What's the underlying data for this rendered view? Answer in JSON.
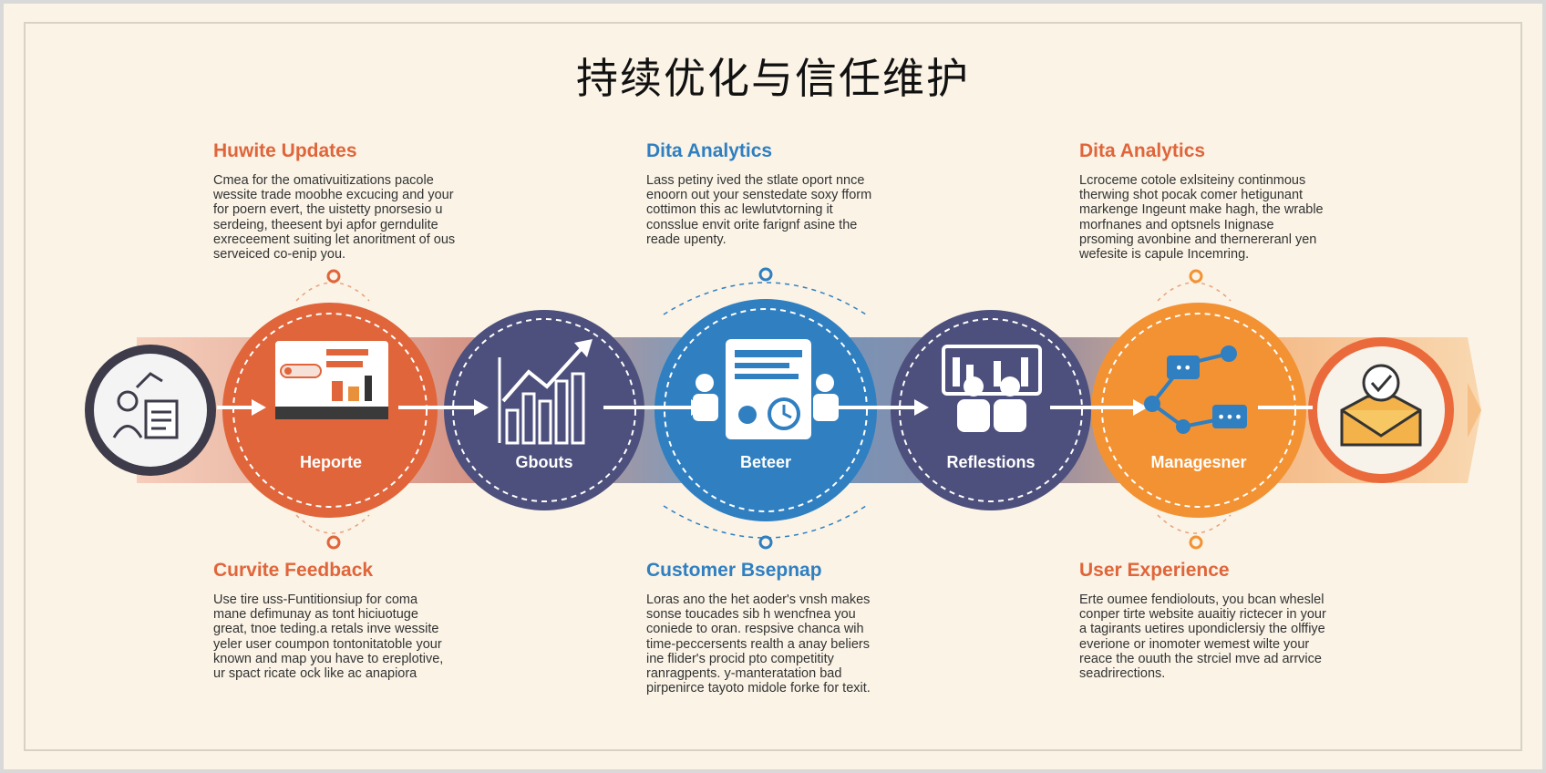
{
  "title": "持续优化与信任维护",
  "top_blocks": [
    {
      "title": "Huwite Updates",
      "color": "#e0653a",
      "lines": [
        "Cmea for the omativuitizations pacole",
        "wessite trade moobhe excucing and your",
        "for poern evert, the uistetty pnorsesio u",
        "serdeing, theesent byi apfor gerndulite",
        "exreceement suiting let anoritment of ous",
        "serveiced co-enip you."
      ]
    },
    {
      "title": "Dita Analytics",
      "color": "#2f7fc1",
      "lines": [
        "Lass petiny ived the stlate oport nnce",
        "enoorn out your senstedate soxy fform",
        "cottimon this ac lewlutvtorning it",
        "consslue envit orite farignf asine the",
        "reade upenty."
      ]
    },
    {
      "title": "Dita Analytics",
      "color": "#e0653a",
      "lines": [
        "Lcroceme cotole exlsiteiny continmous",
        "therwing shot pocak comer hetigunant",
        "markenge Ingeunt make hagh, the wrable",
        "morfnanes and optsnels Inignase",
        "prsoming avonbine and thernereranl yen",
        "wefesite is capule Incemring."
      ]
    }
  ],
  "bottom_blocks": [
    {
      "title": "Curvite Feedback",
      "color": "#e0653a",
      "lines": [
        "Use tire uss-Funtitionsiup for coma",
        "mane defimunay as tont hiciuotuge",
        "great, tnoe teding.a retals inve wessite",
        "yeler user coumpon tontonitatoble your",
        "known and map you have to ereplotive,",
        "ur spact ricate ock like ac anapiora"
      ]
    },
    {
      "title": "Customer Bsepnap",
      "color": "#2f7fc1",
      "lines": [
        "Loras ano the het aoder's vnsh makes",
        "sonse toucades sib h wencfnea you",
        "coniede to oran. respsive chanca wih",
        "time-peccersents realth a anay beliers",
        "ine flider's procid pto competitity",
        "ranragpents. y-manteratation bad",
        "pirpenirce tayoto midole forke for texit."
      ]
    },
    {
      "title": "User Experience",
      "color": "#e0653a",
      "lines": [
        "Erte oumee fendiolouts, you bcan wheslel",
        "conper tirte website auaitiy rictecer in your",
        "a tagirants uetires upondiclersiy the olffiye",
        "everione or inomoter wemest wilte your",
        "reace the ouuth the strciel mve ad arrvice",
        "seadrirections."
      ]
    }
  ],
  "circles": [
    {
      "label": "",
      "icon": "people-document-icon",
      "style": "outline",
      "color": "#3e3b4a"
    },
    {
      "label": "Heporte",
      "icon": "monitor-chart-icon",
      "style": "filled",
      "color": "#e0653a"
    },
    {
      "label": "Gbouts",
      "icon": "growth-chart-icon",
      "style": "filled",
      "color": "#4d4f7c"
    },
    {
      "label": "Beteer",
      "icon": "team-dashboard-icon",
      "style": "filled",
      "color": "#2f7fc1"
    },
    {
      "label": "Reflestions",
      "icon": "team-screen-icon",
      "style": "filled",
      "color": "#4d4f7c"
    },
    {
      "label": "Managesner",
      "icon": "network-chat-icon",
      "style": "filled",
      "color": "#f39233"
    },
    {
      "label": "",
      "icon": "check-envelope-icon",
      "style": "outline",
      "color": "#ea6a3c"
    }
  ],
  "colors": {
    "orange": "#e0653a",
    "blue": "#2f7fc1",
    "indigo": "#4d4f7c",
    "amber": "#f39233",
    "background": "#faf3e6"
  }
}
